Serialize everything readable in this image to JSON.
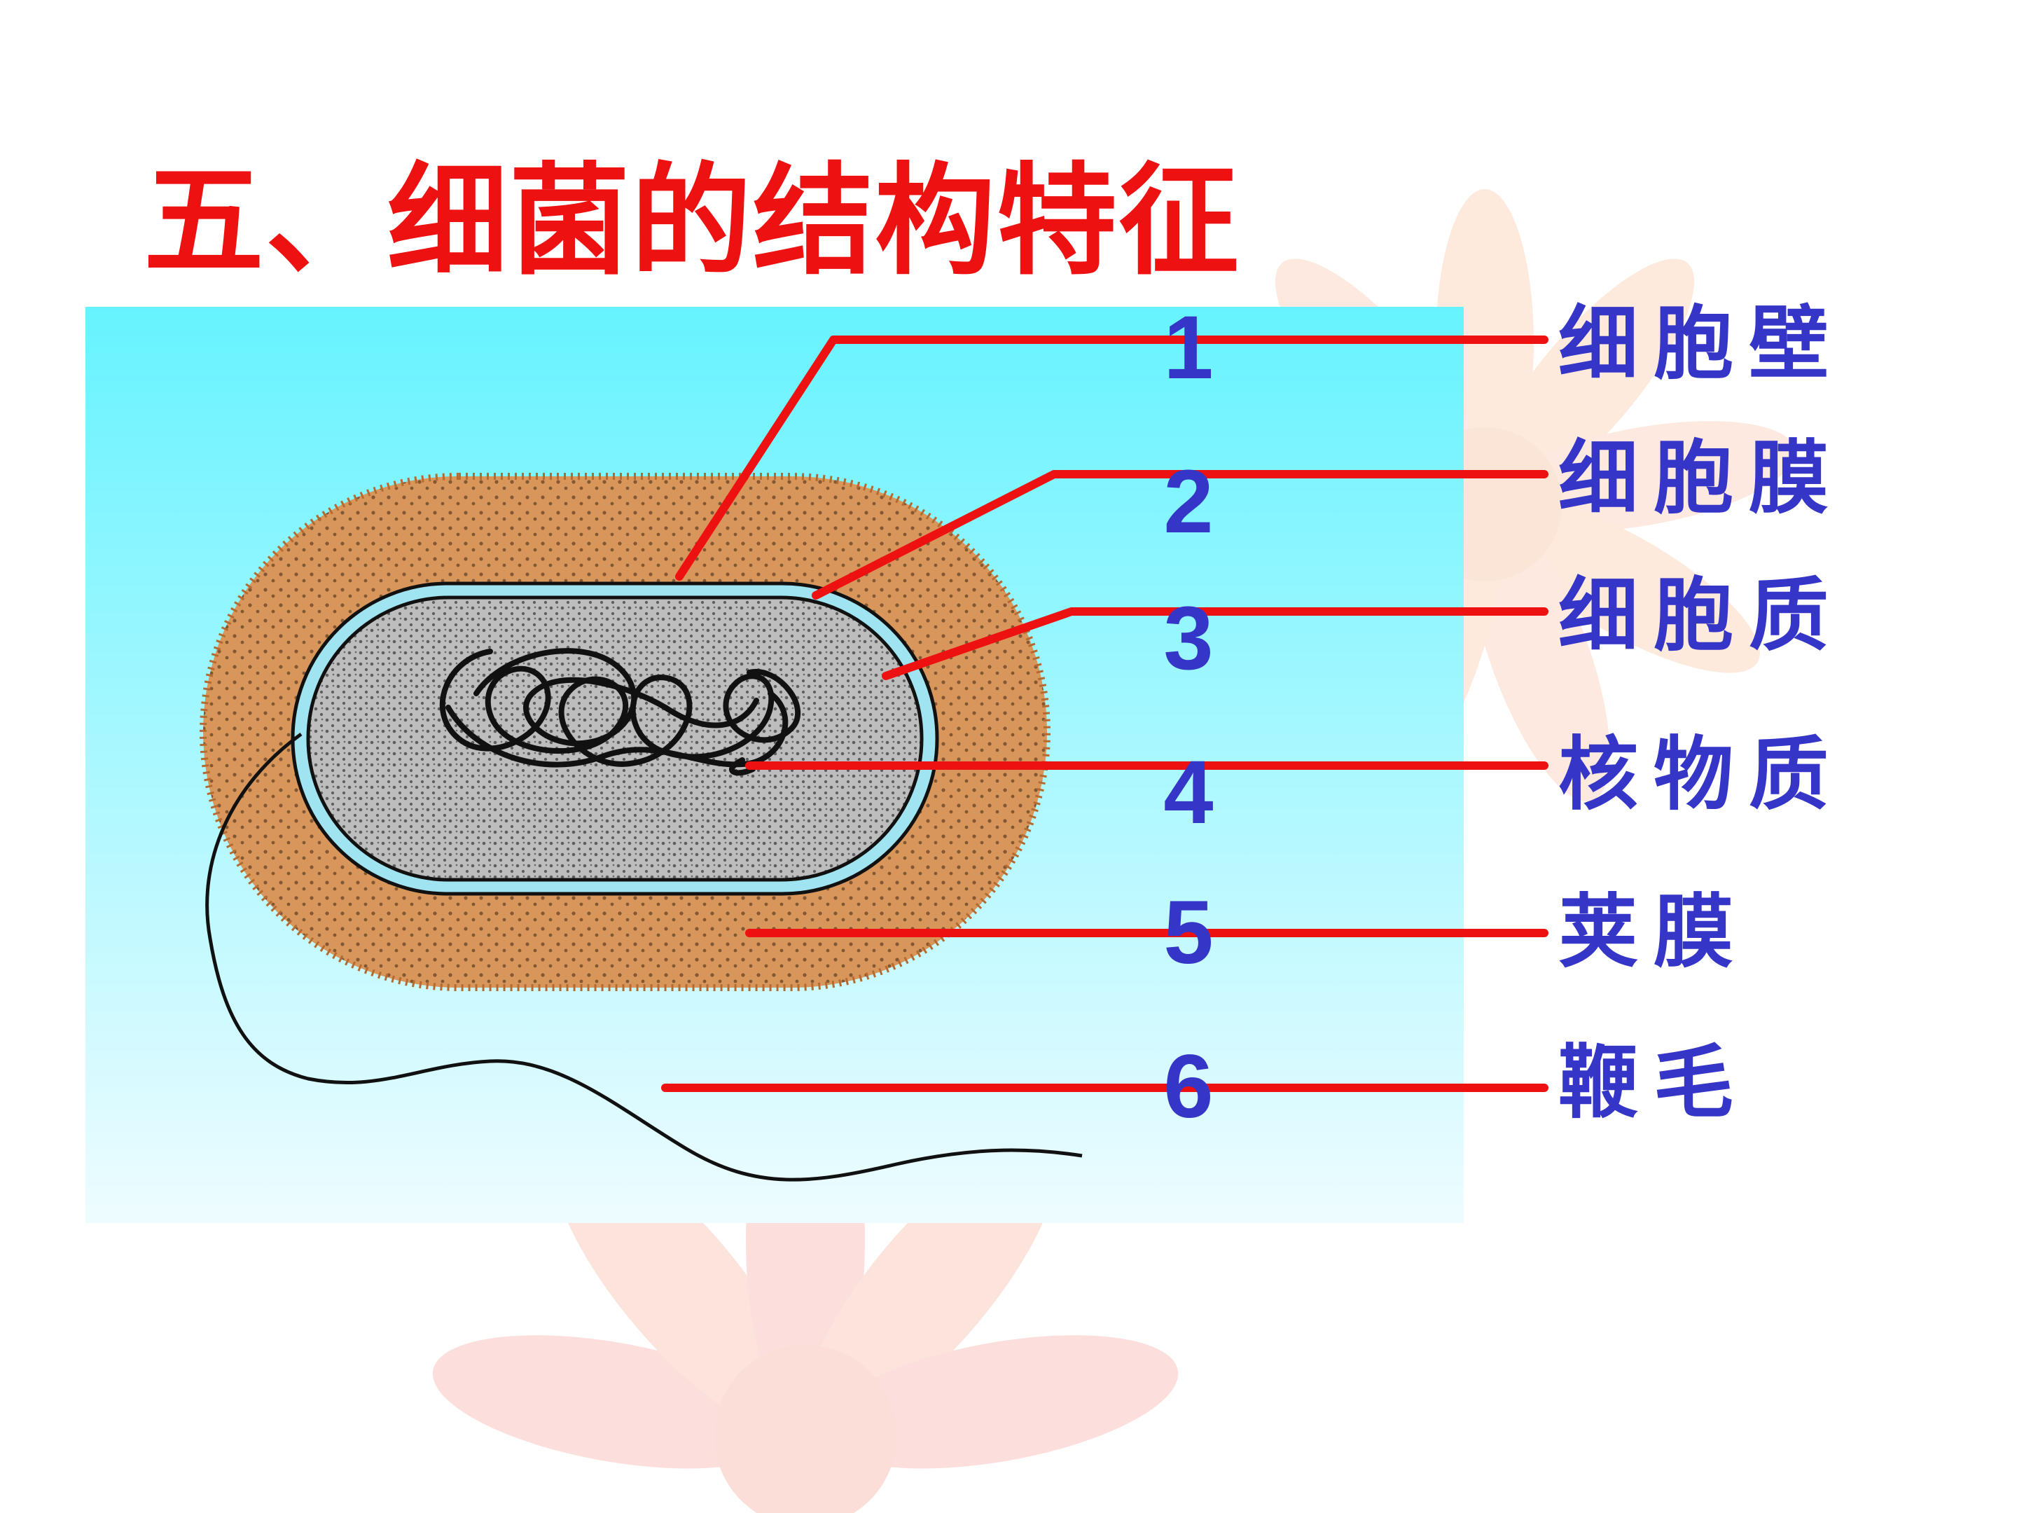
{
  "slide": {
    "title": "五、细菌的结构特征"
  },
  "colors": {
    "title": "#ee1111",
    "leader": "#ee1111",
    "number": "#3535c8",
    "part_label": "#3535c8",
    "panel_top": "#66f3ff",
    "panel_bottom": "#eefcff",
    "capsule": "#d9965a",
    "wall": "#9fe4f0",
    "cytoplasm": "#bdbdbd"
  },
  "labels": [
    {
      "number": "1",
      "name": "细胞壁"
    },
    {
      "number": "2",
      "name": "细胞膜"
    },
    {
      "number": "3",
      "name": "细胞质"
    },
    {
      "number": "4",
      "name": "核物质"
    },
    {
      "number": "5",
      "name": "荚膜"
    },
    {
      "number": "6",
      "name": "鞭毛"
    }
  ]
}
